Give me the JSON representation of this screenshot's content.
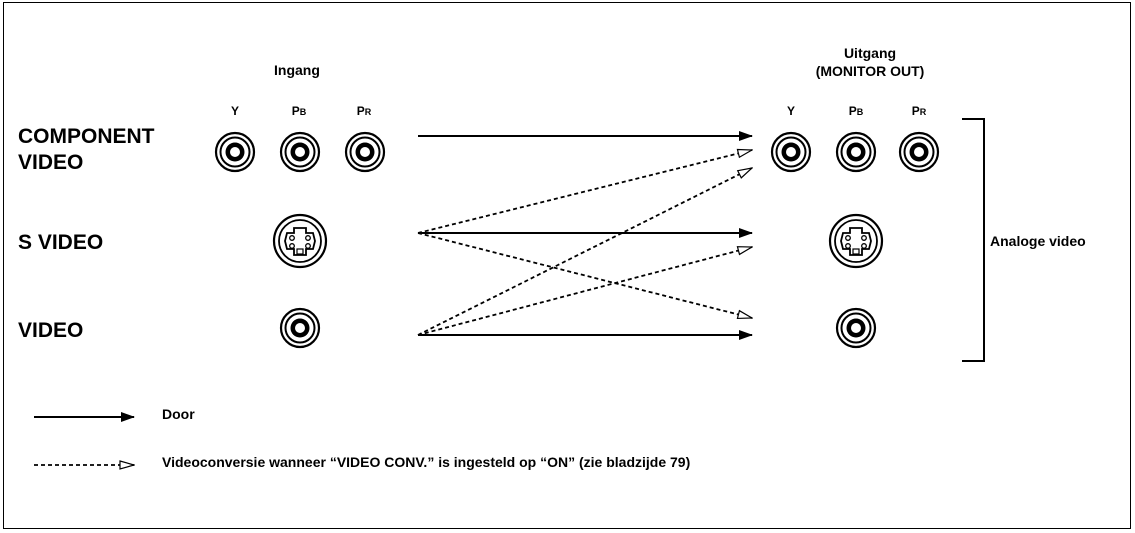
{
  "input_header": "Ingang",
  "output_header_line1": "Uitgang",
  "output_header_line2": "(MONITOR OUT)",
  "component_pins": [
    {
      "main": "Y",
      "sub": ""
    },
    {
      "main": "P",
      "sub": "B"
    },
    {
      "main": "P",
      "sub": "R"
    }
  ],
  "rows": {
    "component_line1": "COMPONENT",
    "component_line2": "VIDEO",
    "svideo": "S VIDEO",
    "video": "VIDEO"
  },
  "bracket_label": "Analoge video",
  "legend": {
    "solid_label": "Door",
    "dashed_label": "Videoconversie wanneer “VIDEO CONV.” is ingesteld op “ON” (zie bladzijde 79)"
  }
}
